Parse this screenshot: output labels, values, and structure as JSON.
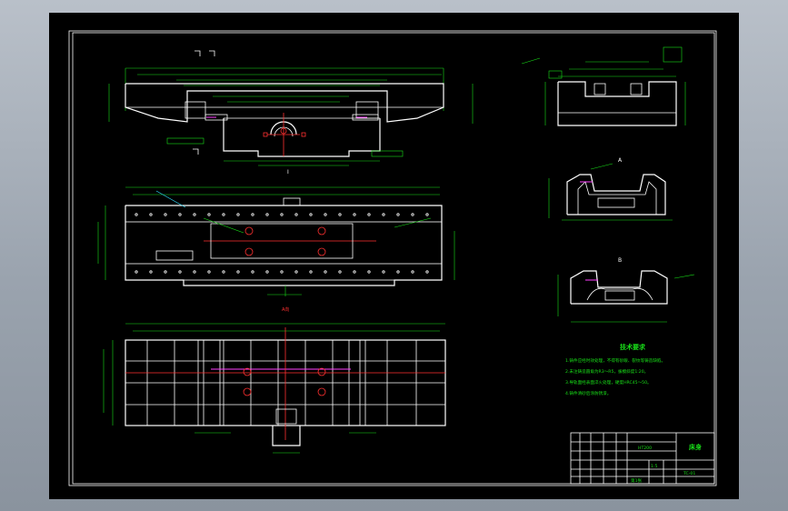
{
  "colors": {
    "background": "#000000",
    "border": "#ffffff",
    "dimension": "#18e018",
    "center_line": "#ff3030",
    "hidden_line": "#ff40ff",
    "viewport_gray": "#9aa3ae"
  },
  "views": {
    "front_label": "I",
    "plan_label": "A向",
    "section_label_1": "A",
    "section_label_2": "B"
  },
  "tech": {
    "title": "技术要求",
    "notes": [
      "1.铸件应经时效处理，不得有砂眼、裂纹等铸造缺陷。",
      "2.未注铸造圆角为R3～R5，拔模斜度1:20。",
      "3.导轨面经表面淬火处理，硬度HRC45～50。",
      "4.铸件清砂后涂防锈漆。"
    ]
  },
  "title_block": {
    "name": "床身",
    "drawing_no": "TC-01",
    "scale": "1:5",
    "material": "HT200",
    "sheet": "第1张"
  }
}
